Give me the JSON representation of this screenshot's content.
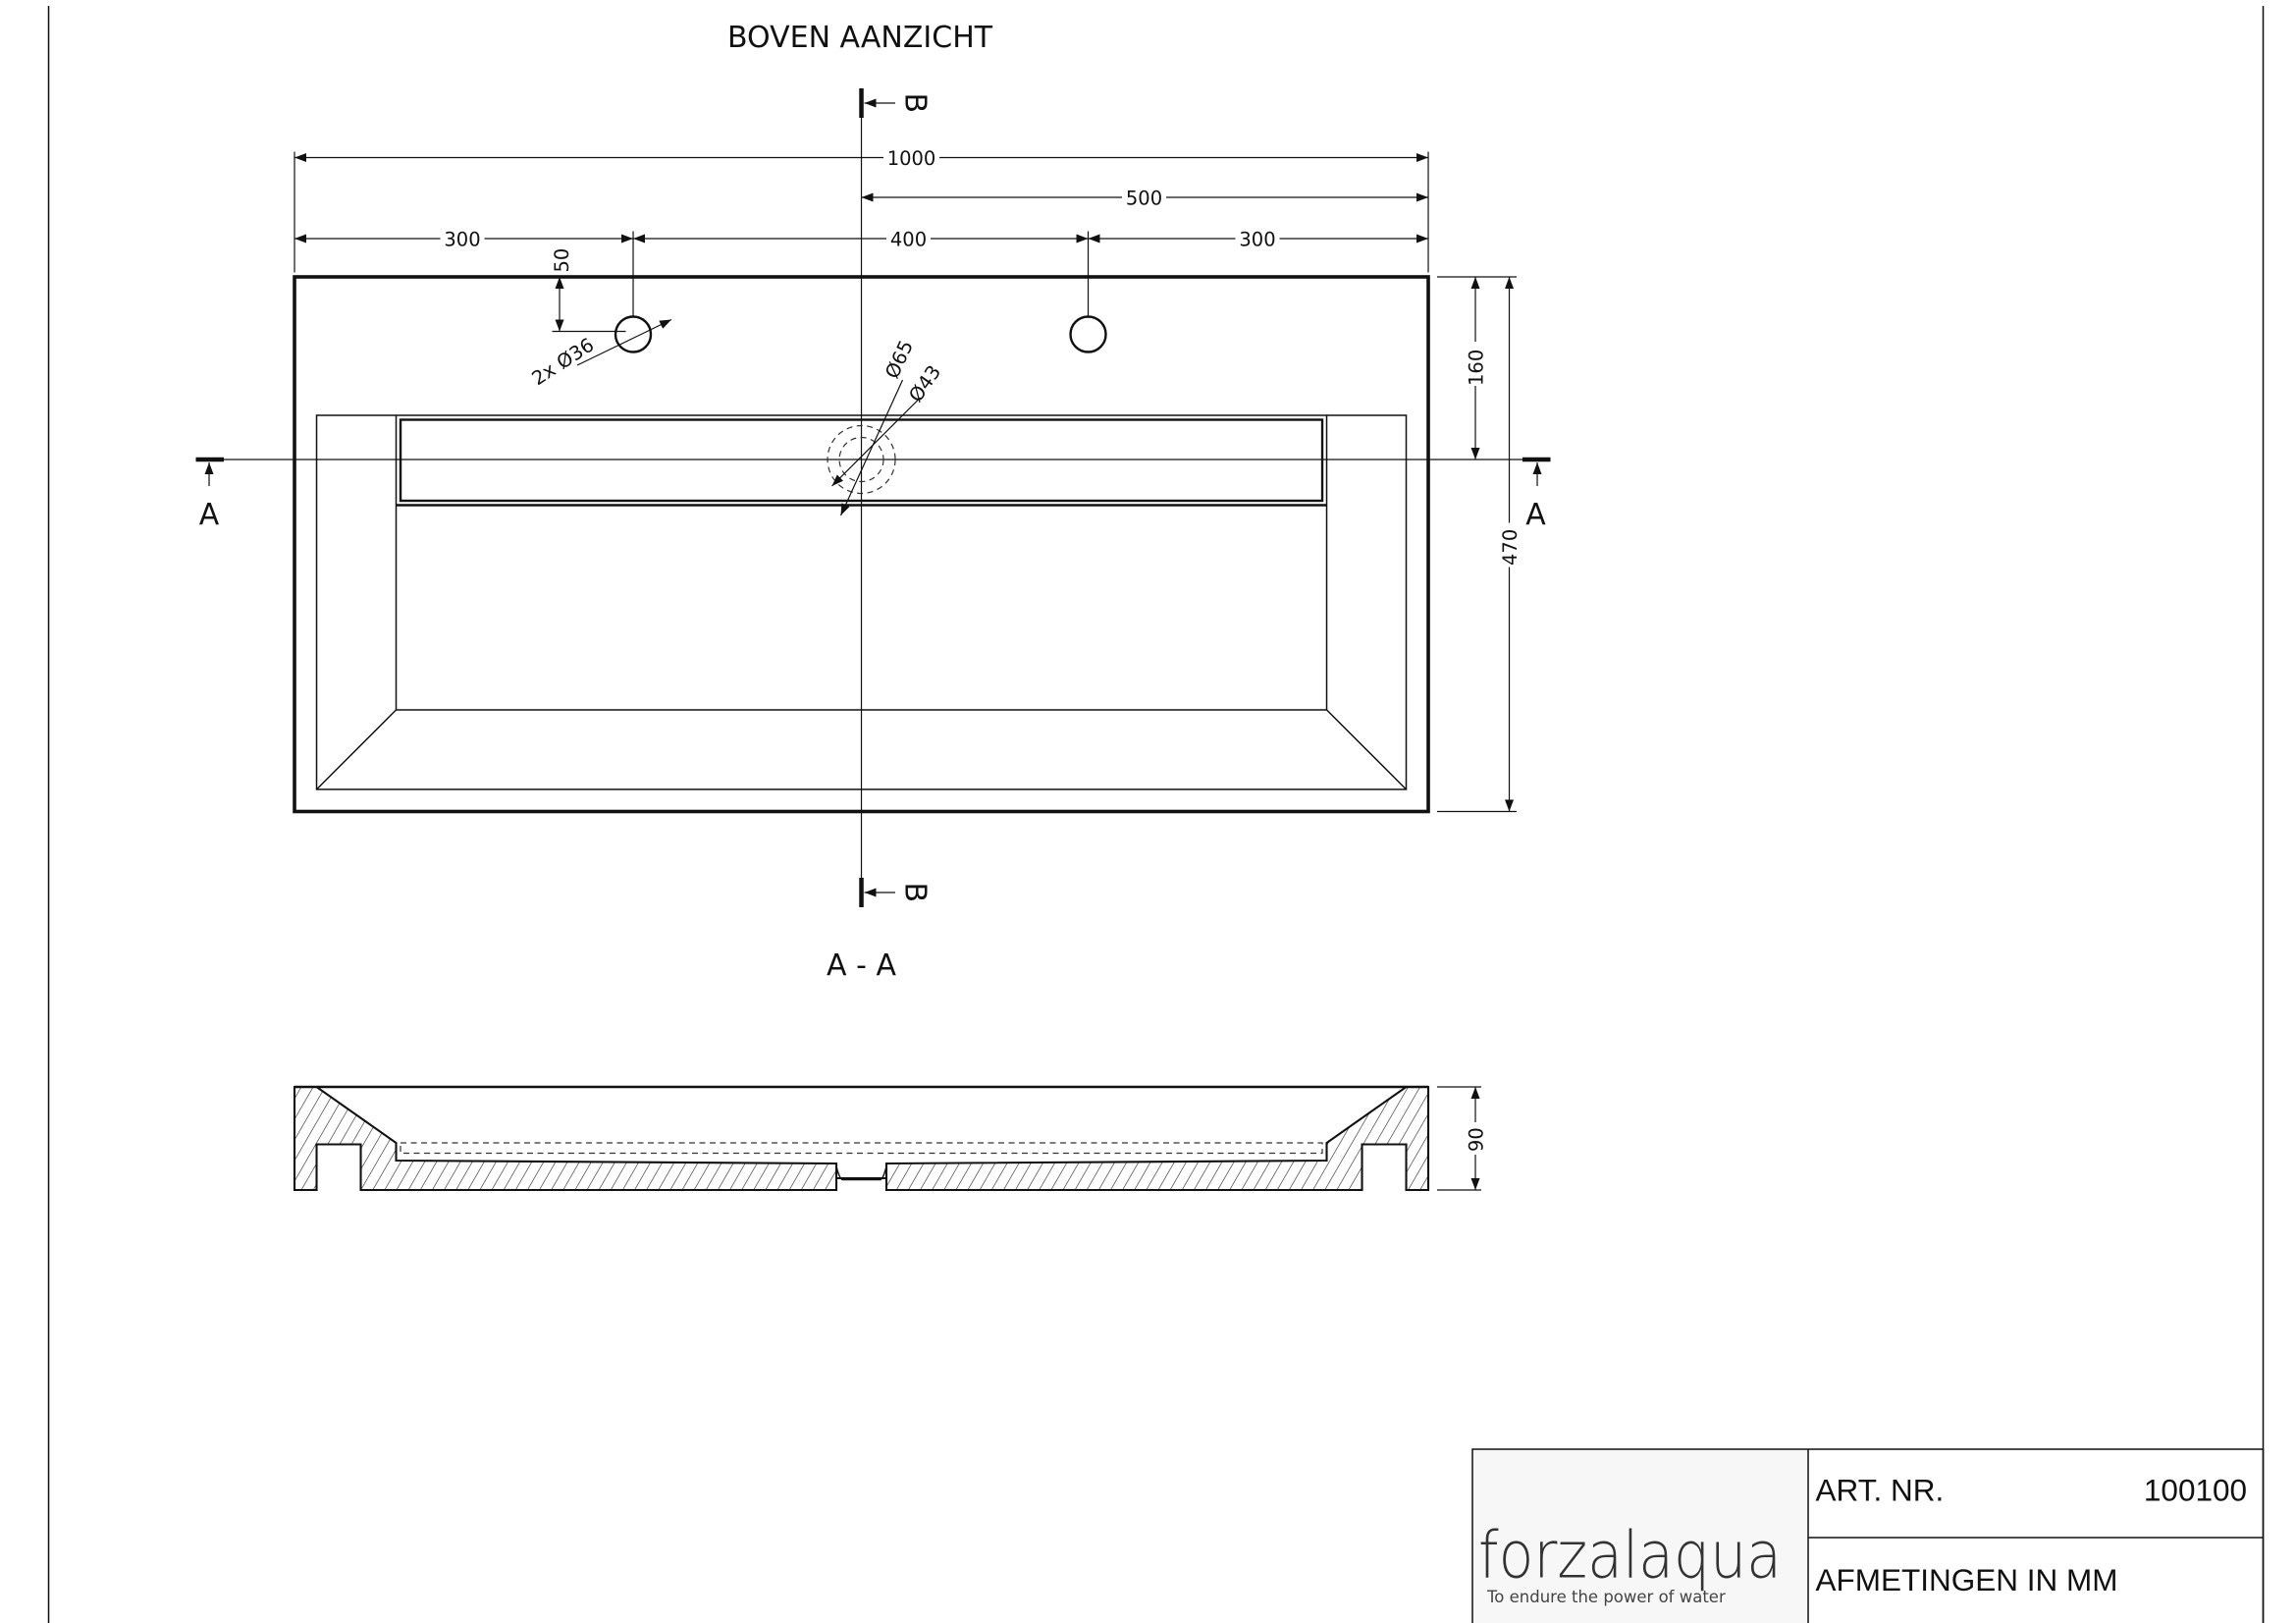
{
  "top_view": {
    "title": "BOVEN AANZICHT",
    "dims": {
      "total_width": "1000",
      "half_width": "500",
      "left_offset": "300",
      "tap_spacing": "400",
      "right_offset": "300",
      "tap_depth": "50",
      "tap_holes": "2x Ø36",
      "drain_outer": "Ø65",
      "drain_inner": "Ø43",
      "section_depth": "160",
      "total_depth": "470"
    },
    "section_a_label": "A",
    "section_b_label": "B"
  },
  "section_view": {
    "title": "A - A",
    "height_dim": "90"
  },
  "title_block": {
    "logo_text": "forzalaqua",
    "logo_tagline": "To endure the power of water",
    "art_nr_label": "ART. NR.",
    "art_nr_value": "100100",
    "units_note": "AFMETINGEN IN MM"
  }
}
